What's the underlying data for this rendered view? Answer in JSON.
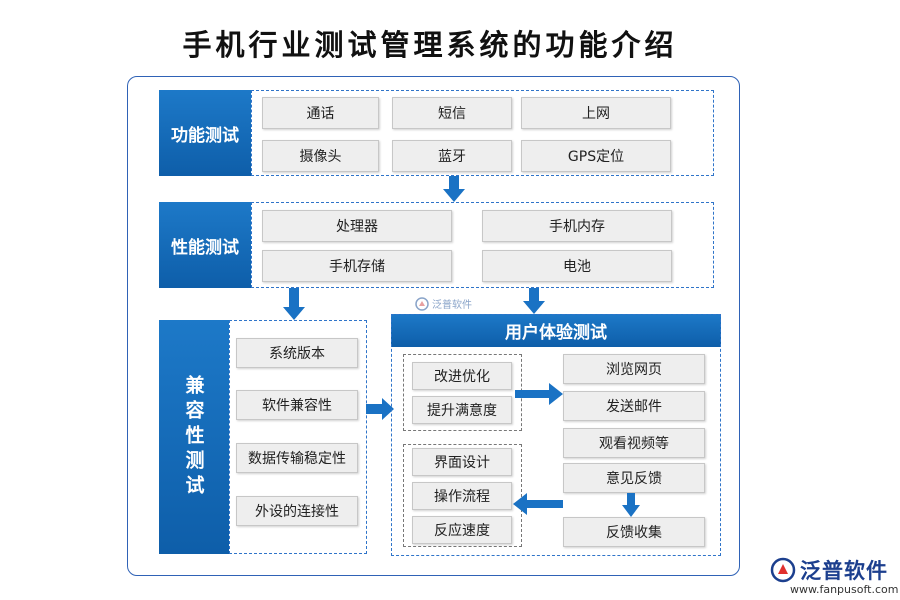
{
  "title": "手机行业测试管理系统的功能介绍",
  "sections": {
    "functional": {
      "header": "功能测试",
      "items": [
        "通话",
        "短信",
        "上网",
        "摄像头",
        "蓝牙",
        "GPS定位"
      ]
    },
    "performance": {
      "header": "性能测试",
      "items": [
        "处理器",
        "手机内存",
        "手机存储",
        "电池"
      ]
    },
    "compatibility": {
      "header": "兼容性测试",
      "items": [
        "系统版本",
        "软件兼容性",
        "数据传输稳定性",
        "外设的连接性"
      ]
    },
    "user_experience": {
      "header": "用户体验测试",
      "group_improve": [
        "改进优化",
        "提升满意度"
      ],
      "group_ui": [
        "界面设计",
        "操作流程",
        "反应速度"
      ],
      "right_items": [
        "浏览网页",
        "发送邮件",
        "观看视频等",
        "意见反馈",
        "反馈收集"
      ]
    }
  },
  "watermark": "泛普软件",
  "logo": {
    "name": "泛普软件",
    "url": "www.fanpusoft.com"
  },
  "colors": {
    "accent": "#1070c0",
    "border": "#2f62b6",
    "arrow": "#1a72c4"
  }
}
